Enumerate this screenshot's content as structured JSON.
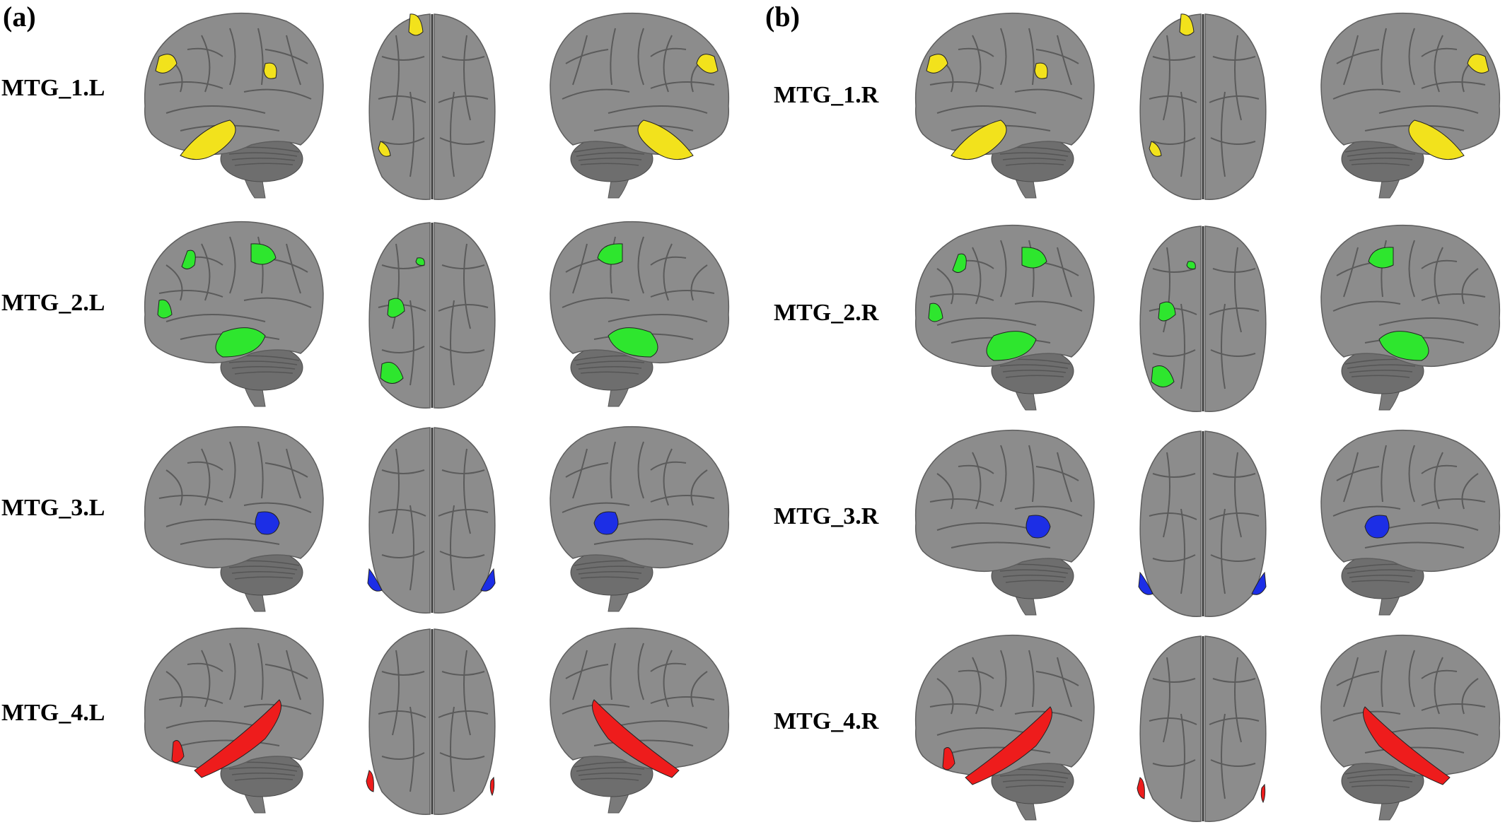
{
  "panels": [
    {
      "label": "(a)",
      "rows": [
        {
          "label": "MTG_1.L",
          "color": "#f2e21c"
        },
        {
          "label": "MTG_2.L",
          "color": "#2ee62e"
        },
        {
          "label": "MTG_3.L",
          "color": "#1c2ee6"
        },
        {
          "label": "MTG_4.L",
          "color": "#ee1c1c"
        }
      ]
    },
    {
      "label": "(b)",
      "rows": [
        {
          "label": "MTG_1.R",
          "color": "#f2e21c"
        },
        {
          "label": "MTG_2.R",
          "color": "#2ee62e"
        },
        {
          "label": "MTG_3.R",
          "color": "#1c2ee6"
        },
        {
          "label": "MTG_4.R",
          "color": "#ee1c1c"
        }
      ]
    }
  ],
  "views": [
    "left-lateral",
    "superior",
    "right-lateral"
  ]
}
